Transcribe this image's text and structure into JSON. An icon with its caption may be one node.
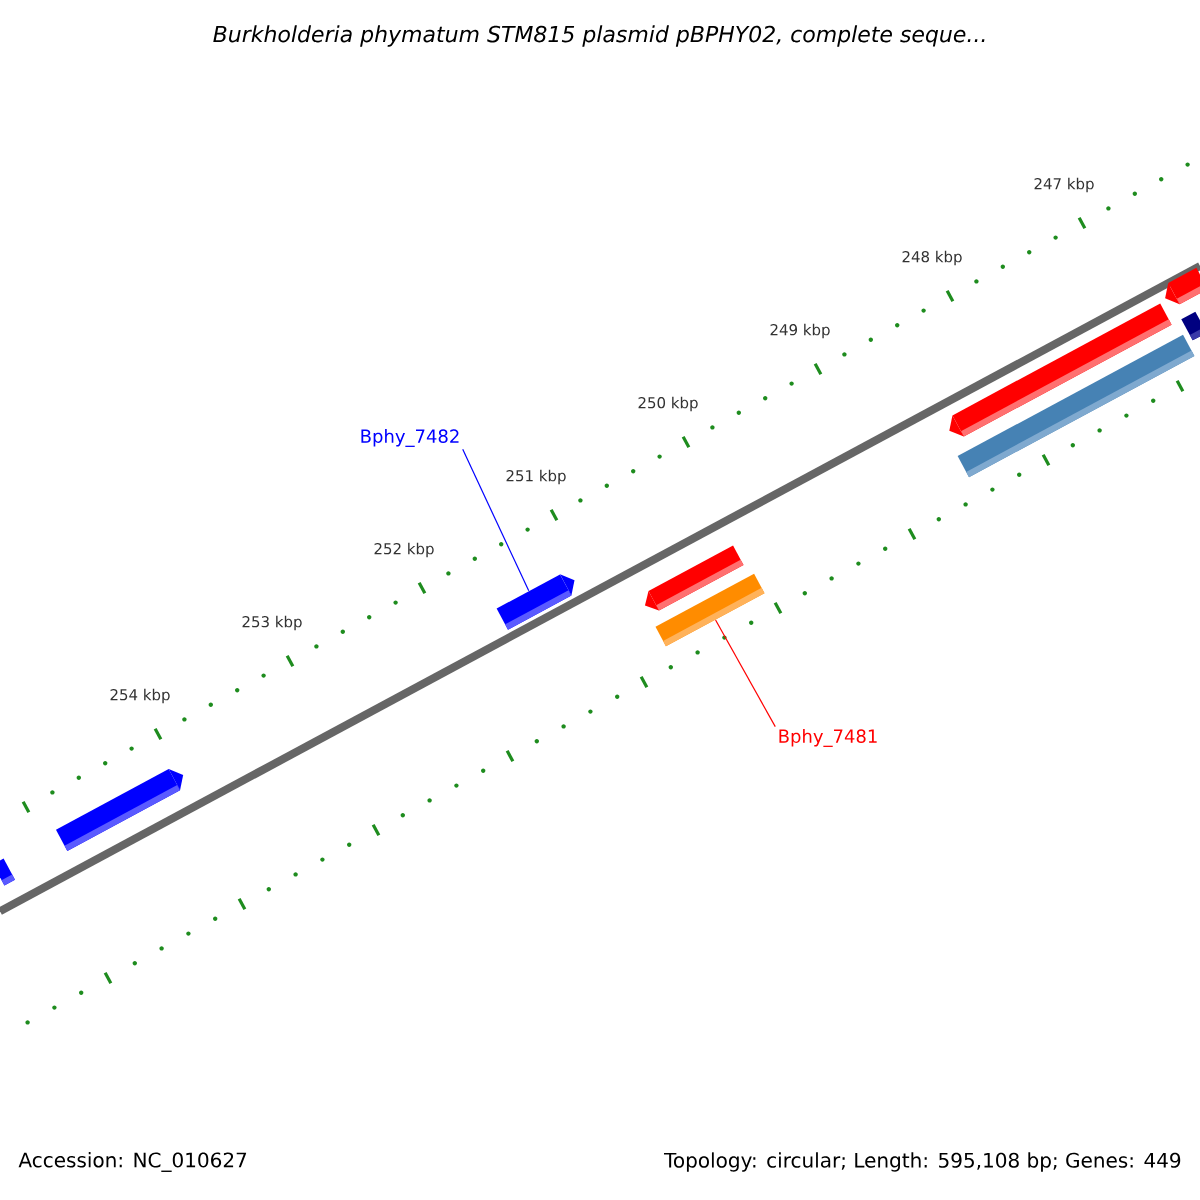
{
  "diagram": {
    "title": "*Burkholderia phymatum* STM815 plasmid pBPHY02, complete seque...",
    "nodes": [
      {
        "text": [
          "Bphy_7482"
        ]
      },
      {
        "text": [
          "Bphy_7481"
        ]
      },
      {
        "text": [],
        "shape": "bar"
      },
      {
        "text": [],
        "shape": "bar"
      },
      {
        "text": [],
        "shape": "bar"
      },
      {
        "text": [],
        "shape": "bar"
      },
      {
        "text": [],
        "shape": "bar"
      },
      {
        "text": [],
        "shape": "bar"
      },
      {
        "text": [],
        "shape": "bar"
      },
      {
        "text": [],
        "shape": "bar"
      },
      {
        "text": [],
        "shape": "bar"
      }
    ],
    "edges": [
      {
        "from": 0,
        "to": 4,
        "arrow": "none",
        "color": "#0000ff"
      },
      {
        "from": 1,
        "to": 6,
        "arrow": "none",
        "color": "#ff0000"
      }
    ],
    "labels": [
      "247 kbp",
      "248 kbp",
      "249 kbp",
      "250 kbp",
      "251 kbp",
      "252 kbp",
      "253 kbp",
      "254 kbp",
      "Accession: NC_010627",
      "Topology: circular; Length: 595,108 bp; Genes: 449"
    ]
  }
}
